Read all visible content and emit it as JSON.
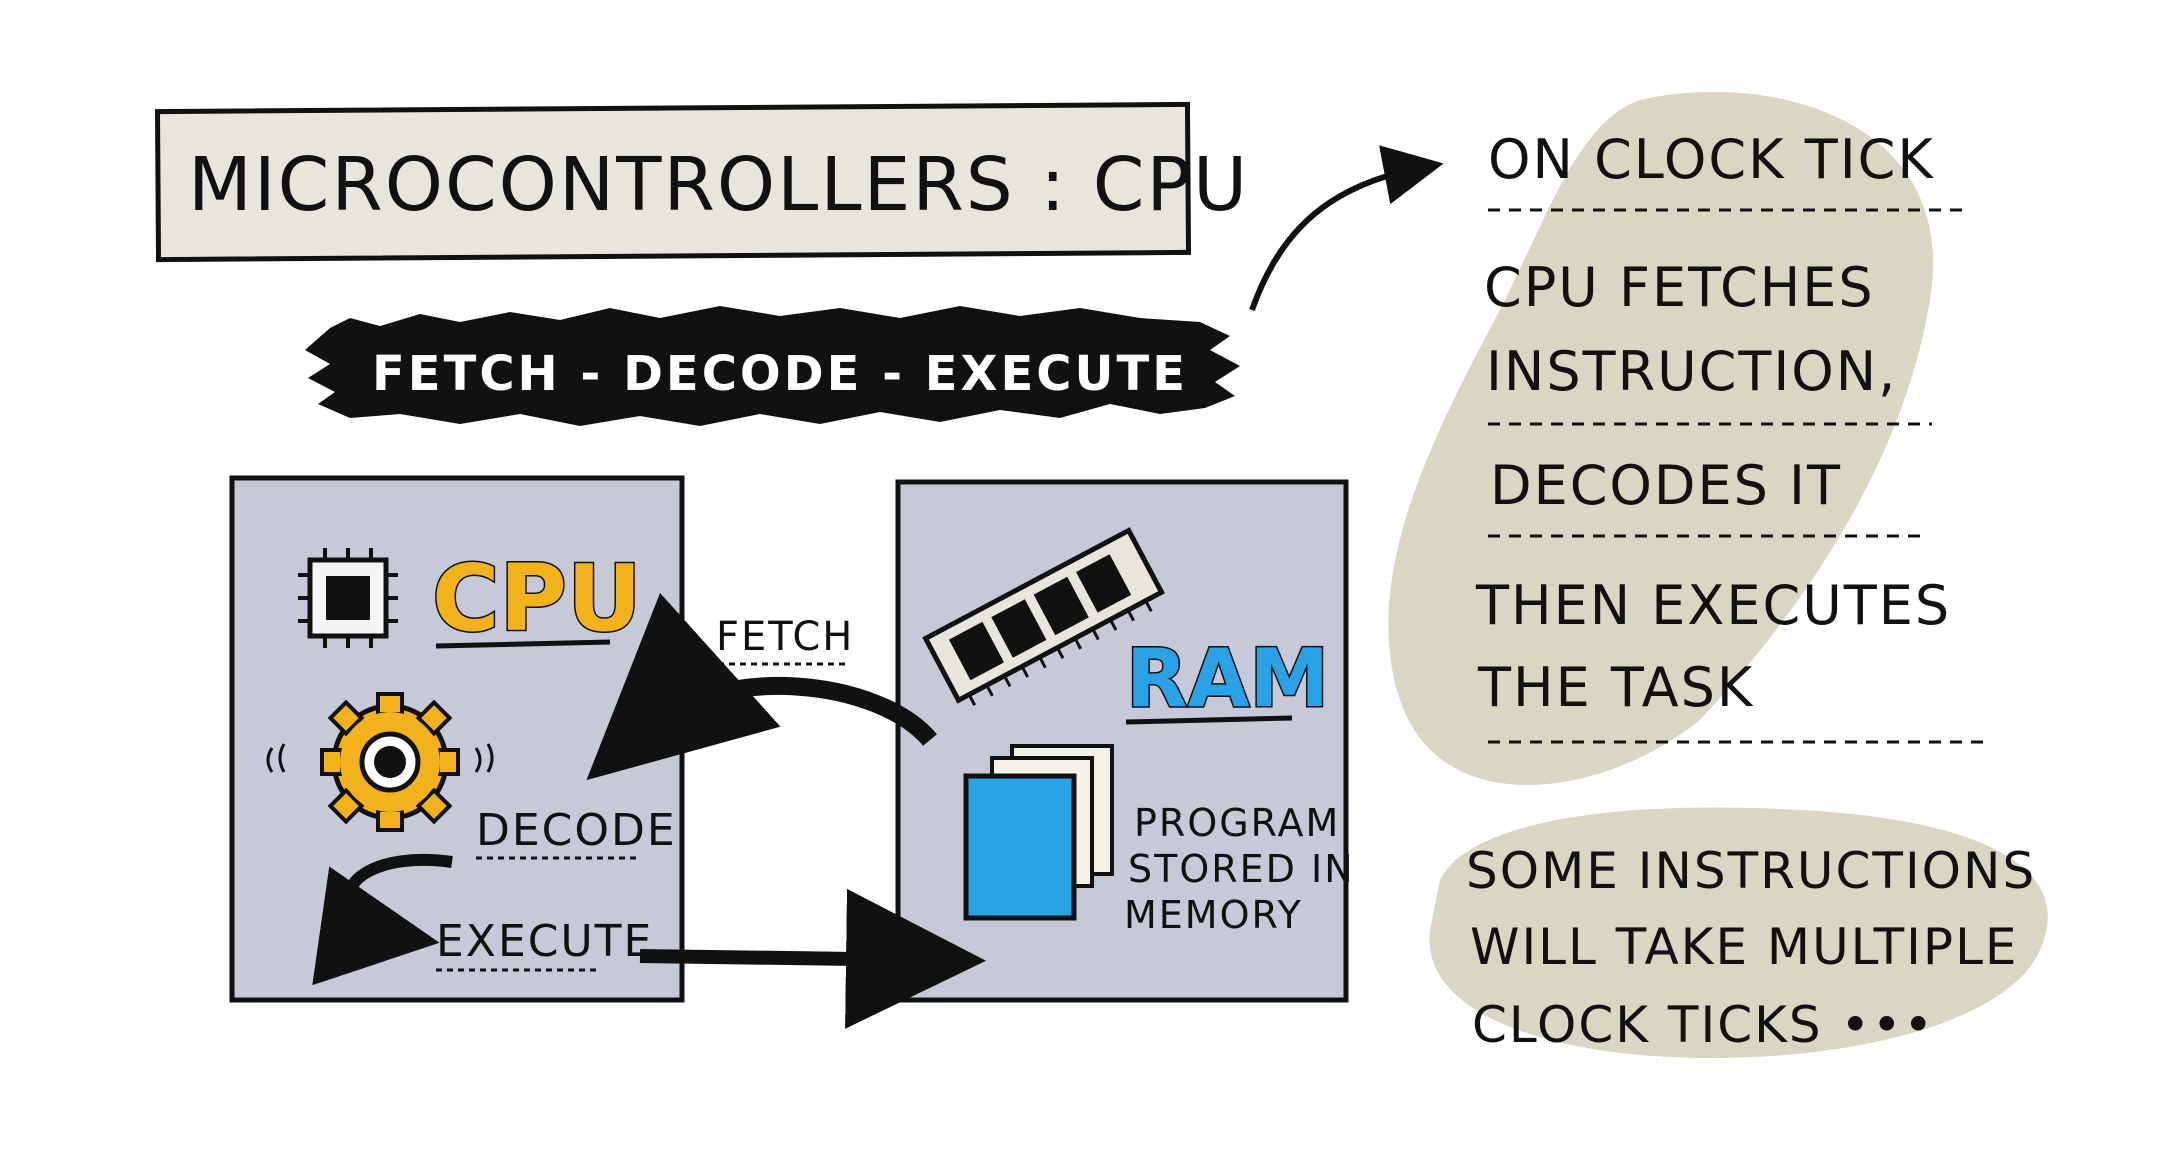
{
  "title": "MICROCONTROLLERS : CPU",
  "banner": "FETCH - DECODE - EXECUTE",
  "cpu_panel": {
    "label": "CPU",
    "decode_label": "DECODE",
    "execute_label": "EXECUTE"
  },
  "ram_panel": {
    "label": "RAM",
    "program_line1": "PROGRAM",
    "program_line2": "STORED IN",
    "program_line3": "MEMORY"
  },
  "fetch_label": "FETCH",
  "notes": {
    "line1": "ON CLOCK TICK",
    "line2": "CPU FETCHES",
    "line3": "INSTRUCTION,",
    "line4": "DECODES IT",
    "line5": "THEN EXECUTES",
    "line6": "THE TASK"
  },
  "footnote": {
    "line1": "SOME INSTRUCTIONS",
    "line2": "WILL TAKE MULTIPLE",
    "line3": "CLOCK TICKS •••"
  },
  "colors": {
    "panel": "#c5c9d8",
    "title_box": "#e8e6dc",
    "blob": "#d9d6c4",
    "cpu_yellow": "#f2b21b",
    "ram_blue": "#2aa3e6",
    "ink": "#111111"
  }
}
